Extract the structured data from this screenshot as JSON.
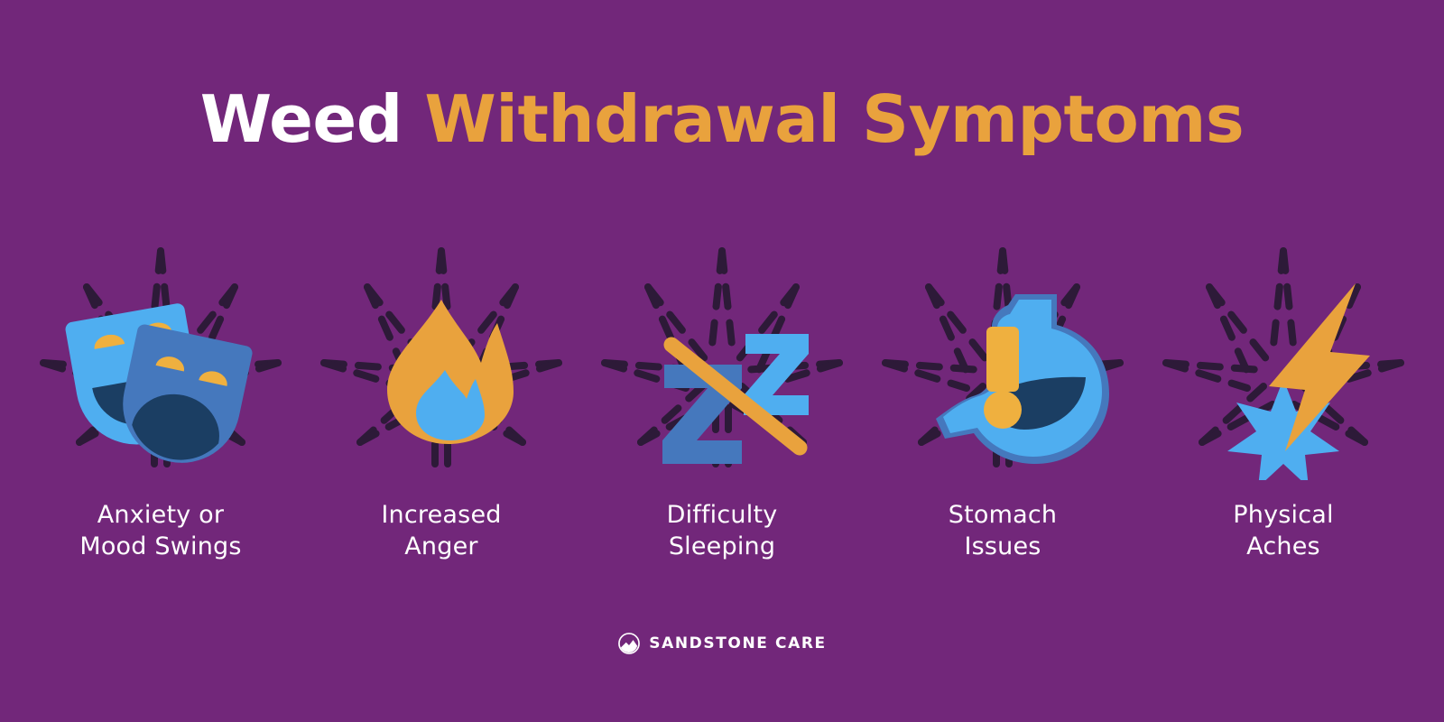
{
  "palette": {
    "background": "#72277A",
    "title_white": "#FFFFFF",
    "title_accent": "#E9A23D",
    "leaf_outline": "#2D1A38",
    "blue_light": "#4FAEF0",
    "blue_mid": "#4578BD",
    "blue_navy": "#1B3E63",
    "orange": "#E9A23D",
    "orange_deep": "#EBA93F",
    "label_text": "#FFFFFF"
  },
  "title": {
    "part_one": "Weed ",
    "part_two": "Withdrawal Symptoms"
  },
  "symptoms": [
    {
      "id": "anxiety-mood-swings",
      "label": "Anxiety or\nMood Swings",
      "icon": "theater-masks-icon"
    },
    {
      "id": "increased-anger",
      "label": "Increased\nAnger",
      "icon": "flame-icon"
    },
    {
      "id": "difficulty-sleeping",
      "label": "Difficulty\nSleeping",
      "icon": "no-sleep-zz-icon"
    },
    {
      "id": "stomach-issues",
      "label": "Stomach\nIssues",
      "icon": "stomach-alert-icon"
    },
    {
      "id": "physical-aches",
      "label": "Physical\nAches",
      "icon": "lightning-bolt-star-icon"
    }
  ],
  "footer": {
    "wordmark": "SANDSTONE CARE",
    "logo_icon": "sandstone-care-mountain-logo"
  }
}
